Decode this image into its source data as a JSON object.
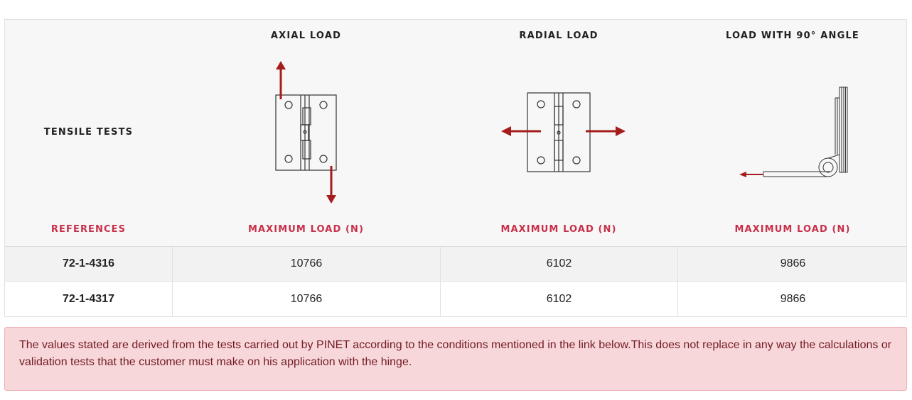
{
  "header": {
    "tests": [
      {
        "label": "AXIAL LOAD",
        "diagram": "hinge-axial-load-icon"
      },
      {
        "label": "RADIAL LOAD",
        "diagram": "hinge-radial-load-icon"
      },
      {
        "label": "LOAD WITH 90° ANGLE",
        "diagram": "hinge-90-degree-load-icon"
      }
    ],
    "tensile_label": "TENSILE TESTS",
    "references_label": "REFERENCES",
    "max_load_label": "MAXIMUM LOAD (N)"
  },
  "rows": [
    {
      "ref": "72-1-4316",
      "axial": "10766",
      "radial": "6102",
      "angle90": "9866"
    },
    {
      "ref": "72-1-4317",
      "axial": "10766",
      "radial": "6102",
      "angle90": "9866"
    }
  ],
  "notice": "The values stated are derived from the tests carried out by PINET according to the conditions mentioned in the link below.This does not replace in any way the calculations or validation tests that the customer must make on his application with the hinge.",
  "colors": {
    "accent": "#c8304a",
    "arrow": "#a61c1c",
    "notice_bg": "#f8d7da",
    "notice_text": "#721c24"
  }
}
